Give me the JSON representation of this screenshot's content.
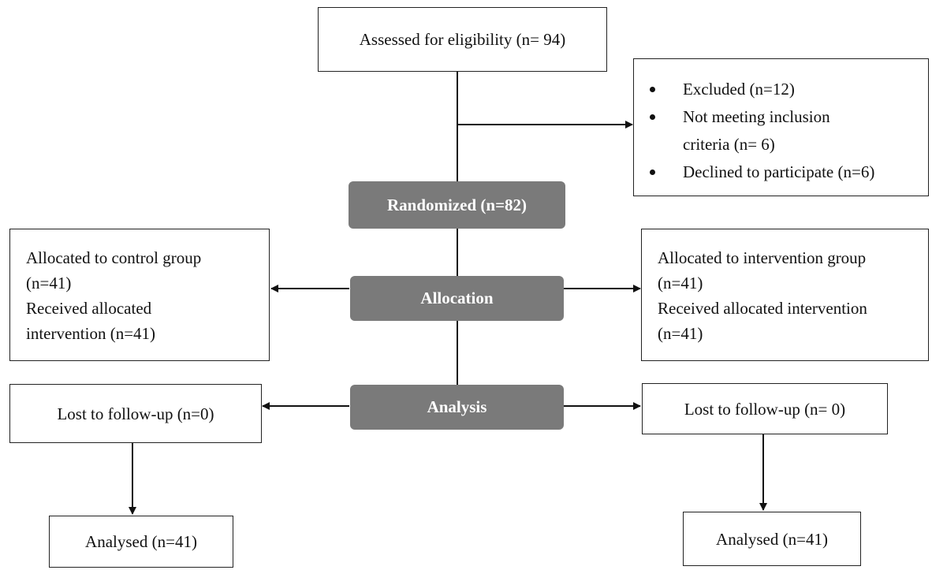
{
  "assessed": "Assessed for eligibility (n= 94)",
  "excluded": {
    "title": "Excluded (n=12)",
    "not_meeting_line1": "Not meeting inclusion",
    "not_meeting_line2": "criteria (n= 6)",
    "declined": "Declined to participate (n=6)"
  },
  "stages": {
    "randomized": "Randomized (n=82)",
    "allocation": "Allocation",
    "analysis": "Analysis"
  },
  "control": {
    "allocated_line1": "Allocated to control group",
    "allocated_line2": "(n=41)",
    "received_line1": "Received allocated",
    "received_line2": "intervention (n=41)",
    "lost": "Lost to follow-up (n=0)",
    "analysed": "Analysed (n=41)"
  },
  "intervention": {
    "allocated_line1": "Allocated to intervention group",
    "allocated_line2": "(n=41)",
    "received_line1": "Received allocated intervention",
    "received_line2": "(n=41)",
    "lost": "Lost to follow-up (n= 0)",
    "analysed": "Analysed (n=41)"
  }
}
